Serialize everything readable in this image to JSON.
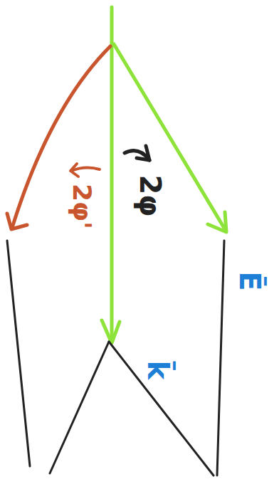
{
  "diagram": {
    "labels": [
      "2φ",
      "2φ'",
      "k̄",
      "Ē"
    ]
  }
}
